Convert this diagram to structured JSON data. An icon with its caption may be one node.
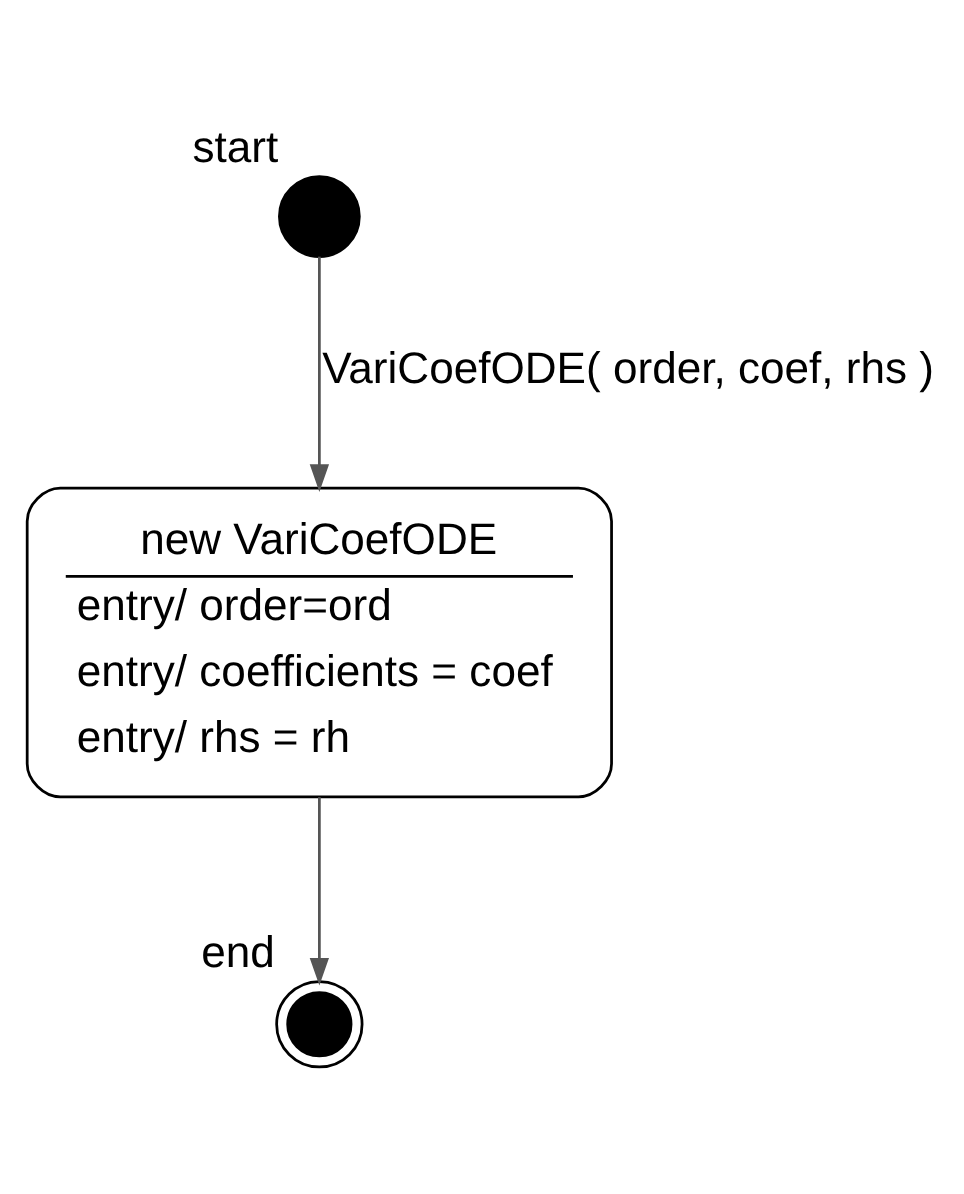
{
  "diagram": {
    "nodes": [
      {
        "text": [],
        "shape": "circle",
        "beside": [
          "start"
        ]
      },
      {
        "text": [
          "new VariCoefODE",
          "entry/ order=ord",
          "entry/ coefficients = coef",
          "entry/ rhs = rh"
        ]
      },
      {
        "text": [],
        "shape": "bullseye",
        "beside": [
          "end"
        ]
      }
    ],
    "edges": [
      {
        "from": 0,
        "to": 1,
        "arrow": "to",
        "label": "VariCoefODE( order, coef, rhs )"
      },
      {
        "from": 1,
        "to": 2,
        "arrow": "to"
      }
    ]
  }
}
